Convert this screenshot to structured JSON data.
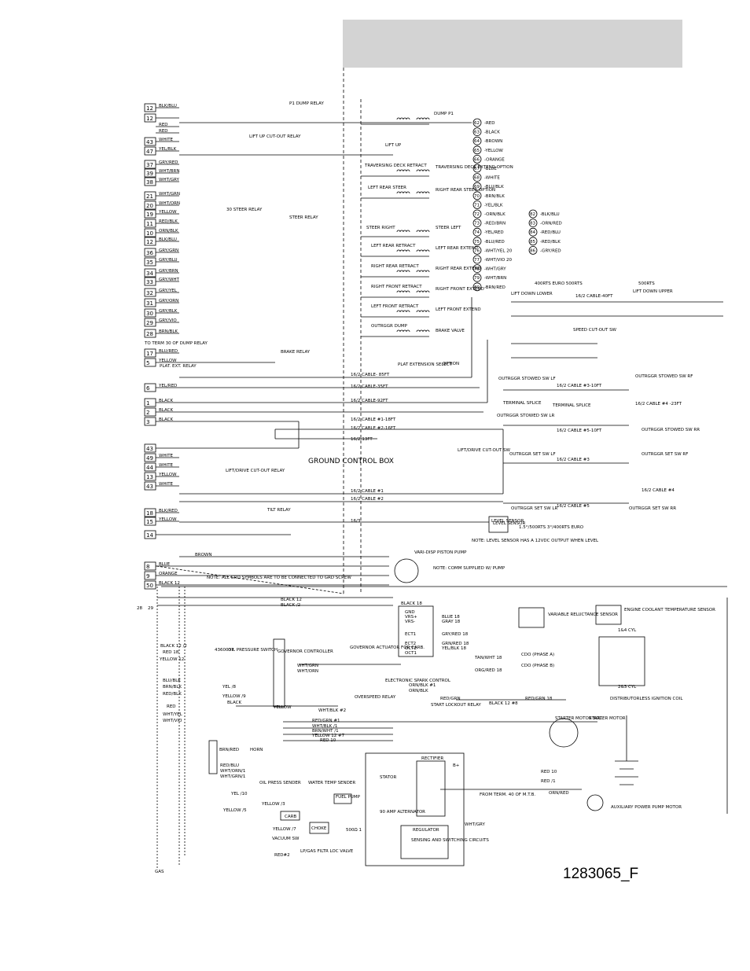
{
  "document_number": "1283065_F",
  "connector_left": [
    {
      "num": "12",
      "wire": "BLK/BLU"
    },
    {
      "num": "12",
      "wire": ""
    },
    {
      "num": "",
      "wire": "RED"
    },
    {
      "num": "",
      "wire": "RED"
    },
    {
      "num": "43",
      "wire": "WHITE"
    },
    {
      "num": "47",
      "wire": "YEL/BLK"
    },
    {
      "num": "37",
      "wire": "GRY/RED"
    },
    {
      "num": "39",
      "wire": "WHT/BRN"
    },
    {
      "num": "38",
      "wire": "WHT/GRY"
    },
    {
      "num": "21",
      "wire": "WHT/GRN"
    },
    {
      "num": "20",
      "wire": "WHT/ORN"
    },
    {
      "num": "19",
      "wire": "YELLOW"
    },
    {
      "num": "11",
      "wire": "RED/BLK"
    },
    {
      "num": "10",
      "wire": "ORN/BLK"
    },
    {
      "num": "12",
      "wire": "BLK/BLU"
    },
    {
      "num": "36",
      "wire": "GRY/GRN"
    },
    {
      "num": "35",
      "wire": "GRY/BLU"
    },
    {
      "num": "34",
      "wire": "GRY/BRN"
    },
    {
      "num": "33",
      "wire": "GRY/WHT"
    },
    {
      "num": "32",
      "wire": "GRY/YEL"
    },
    {
      "num": "31",
      "wire": "GRY/ORN"
    },
    {
      "num": "30",
      "wire": "GRY/BLK"
    },
    {
      "num": "29",
      "wire": "GRY/VIO"
    },
    {
      "num": "28",
      "wire": "BRN/BLK"
    },
    {
      "num": "17",
      "wire": "BLU/RED"
    },
    {
      "num": "5",
      "wire": "YELLOW"
    },
    {
      "num": "6",
      "wire": "YEL/RED"
    },
    {
      "num": "1",
      "wire": "BLACK"
    },
    {
      "num": "2",
      "wire": "BLACK"
    },
    {
      "num": "3",
      "wire": "BLACK"
    },
    {
      "num": "43",
      "wire": ""
    },
    {
      "num": "49",
      "wire": "WHITE"
    },
    {
      "num": "44",
      "wire": "WHITE"
    },
    {
      "num": "13",
      "wire": "YELLOW"
    },
    {
      "num": "43",
      "wire": "WHITE"
    },
    {
      "num": "18",
      "wire": "BLK/RED"
    },
    {
      "num": "15",
      "wire": "YELLOW"
    },
    {
      "num": "14",
      "wire": ""
    },
    {
      "num": "8",
      "wire": "BLUE"
    },
    {
      "num": "9",
      "wire": "ORANGE"
    },
    {
      "num": "50",
      "wire": "BLACK 12"
    }
  ],
  "wire_color_codes": [
    {
      "num": "62",
      "label": "-RED"
    },
    {
      "num": "63",
      "label": "-BLACK"
    },
    {
      "num": "64",
      "label": "-BROWN"
    },
    {
      "num": "65",
      "label": "-YELLOW"
    },
    {
      "num": "66",
      "label": "-ORANGE"
    },
    {
      "num": "67",
      "label": "-BLUE"
    },
    {
      "num": "68",
      "label": "-WHITE"
    },
    {
      "num": "69",
      "label": "-BLU/BLK"
    },
    {
      "num": "70",
      "label": "-BRN/BLK"
    },
    {
      "num": "71",
      "label": "-YEL/BLK"
    },
    {
      "num": "72",
      "label": "-ORN/BLK"
    },
    {
      "num": "73",
      "label": "-RED/BRN"
    },
    {
      "num": "74",
      "label": "-YEL/RED"
    },
    {
      "num": "75",
      "label": "-BLU/RED"
    },
    {
      "num": "76",
      "label": "-WHT/YEL 20"
    },
    {
      "num": "77",
      "label": "-WHT/VIO 20"
    },
    {
      "num": "78",
      "label": "-WHT/GRY"
    },
    {
      "num": "79",
      "label": "-WHT/BRN"
    },
    {
      "num": "80",
      "label": "-BRN/RED"
    }
  ],
  "wire_color_codes_2": [
    {
      "num": "82",
      "label": "-BLK/BLU"
    },
    {
      "num": "83",
      "label": "-ORN/RED"
    },
    {
      "num": "84",
      "label": "-RED/BLU"
    },
    {
      "num": "85",
      "label": "-RED/BLK"
    },
    {
      "num": "86",
      "label": "-GRY/RED"
    }
  ],
  "function_labels": [
    "DUMP P1",
    "LIFT UP",
    "TRAVERSING DECK RETRACT",
    "TRAVERSING DECK EXTEND OPTION",
    "LEFT REAR STEER",
    "RIGHT REAR STEER OPTION",
    "STEER RIGHT",
    "STEER LEFT",
    "LEFT REAR RETRACT",
    "LEFT REAR EXTEND",
    "RIGHT REAR RETRACT",
    "RIGHT REAR EXTEND",
    "RIGHT FRONT RETRACT",
    "RIGHT FRONT EXTEND",
    "LEFT FRONT RETRACT",
    "LEFT FRONT EXTEND",
    "OUTRGGR DUMP",
    "BRAKE VALVE"
  ],
  "relay_labels": {
    "dump_relay": "P1 DUMP RELAY",
    "lift_up_relay": "LIFT UP CUT-OUT RELAY",
    "steer_relay_a": "30 STEER RELAY",
    "steer_relay_b": "STEER RELAY",
    "brake_relay": "BRAKE RELAY",
    "plat_ext_relay": "PLAT. EXT. RELAY",
    "lift_drive_relay": "LIFT/DRIVE CUT-OUT RELAY",
    "tilt_relay": "TILT RELAY",
    "to_term": "TO TERM 30 OF DUMP RELAY"
  },
  "cable_labels": [
    "16/2 CABLE- 85FT",
    "16/2 CABLE-35FT",
    "16/2 CABLE-92FT",
    "16/2 CABLE #1-18FT",
    "16/2 CABLE #2-16FT",
    "16/2-13FT",
    "16/2 CABLE #1",
    "16/2 CABLE #2",
    "16/3",
    "16/2 CABLE-40FT",
    "16/2 CABLE #3-10FT",
    "16/2 CABLE #5-10FT",
    "16/2 CABLE #4 -23FT",
    "16/2 CABLE #3",
    "16/2 CABLE #5",
    "16/2 CABLE #4"
  ],
  "right_labels": {
    "lift_down_lower": "LIFT DOWN LOWER",
    "lift_down_upper": "LIFT DOWN UPPER",
    "rts_400": "400RTS EURO 500RTS",
    "rts_500": "500RTS",
    "speed_cutout": "SPEED CUT-OUT SW",
    "plat_ext_select": "PLAT EXTENSION SELECT",
    "option": "OPTION",
    "outrggr_stowed_lf": "OUTRGGR STOWED SW LF",
    "outrggr_stowed_lr": "OUTRGGR STOWED SW LR",
    "outrggr_stowed_rf": "OUTRGGR STOWED SW RF",
    "outrggr_stowed_rr": "OUTRGGR STOWED SW RR",
    "terminal_splice": "TERMINAL SPLICE",
    "lift_drive_cutout": "LIFT/DRIVE CUT-OUT SW",
    "outrggr_set_lf": "OUTRGGR SET SW LF",
    "outrggr_set_lr": "OUTRGGR SET SW LR",
    "outrggr_set_rf": "OUTRGGR SET SW RF",
    "outrggr_set_rr": "OUTRGGR SET SW RR",
    "level_sensor": "LEVEL SENSOR",
    "level_rts": "1.5°/500RTS 3°/400RTS EURO",
    "level_note": "NOTE: LEVEL SENSOR HAS A 12VDC OUTPUT WHEN LEVEL",
    "ground_box": "GROUND CONTROL BOX"
  },
  "pump_labels": {
    "pump": "VARI-DISP PISTON PUMP",
    "note": "NOTE: COMM SUPPLIED W/ PUMP",
    "grd_note": "NOTE: ALL GRD SYMBOLS ARE TO BE CONNECTED TO GRD SCREW",
    "brown": "BROWN"
  },
  "engine_labels": {
    "conn_28": "28",
    "conn_29": "29",
    "black_12_2": "BLACK 12 /2",
    "red_18": "RED 18",
    "yellow_12": "YELLOW 12",
    "blu_blk": "BLU/BLK",
    "brn_blk": "BRN/BLK",
    "red_blk": "RED/BLK",
    "red": "RED",
    "wht_yel": "WHT/YEL",
    "wht_vio": "WHT/VIO",
    "black_12": "BLACK 12",
    "black_2": "BLACK /2",
    "black_18": "BLACK 18",
    "governor_controller": "GOVERNOR CONTROLLER",
    "governor_actuator": "GOVERNOR ACTUATOR FOR CARB.",
    "oil_switch_pn": "4360037",
    "oil_switch": "OIL PRESSURE SWITCH",
    "gnd": "GND",
    "vrs_p": "VRS+",
    "vrs_m": "VRS-",
    "ect1": "ECT1",
    "ect2": "ECT2",
    "oct2": "OCT2",
    "oct1": "OCT1",
    "blue_18": "BLUE 18",
    "gray_18": "GRAY 18",
    "gry_red_18": "GRY/RED 18",
    "grn_red_18": "GRN/RED 18",
    "yel_blk_18": "YEL/BLK 18",
    "tan_wht_18": "TAN/WHT 18",
    "org_red_18": "ORG/RED 18",
    "cdo_a": "CDO (PHASE A)",
    "cdo_b": "CDO (PHASE B)",
    "vr_sensor": "VARIABLE RELUCTANCE SENSOR",
    "coolant_sensor": "ENGINE COOLANT TEMPERATURE SENSOR",
    "cyl_14": "1&4 CYL",
    "cyl_23": "2&3 CYL",
    "ignition_coil": "DISTRIBUTORLESS IGNITION COIL",
    "electronic_spark": "ELECTRONIC SPARK CONTROL",
    "orn_blk_1": "ORN/BLK #1",
    "orn_blk": "ORN/BLK",
    "red_grn": "RED/GRN",
    "red_grn_18": "RED/GRN 18",
    "overspeed": "OVERSPEED RELAY",
    "start_lockout": "START LOCKOUT RELAY",
    "black_12_8": "BLACK 12 #8",
    "wht_blk_2": "WHT/BLK #2",
    "red_grn_1": "RED/GRN #1",
    "wht_blk_1": "WHT/BLK /1",
    "brn_wht_1": "BRN/WHT /1",
    "yellow_12_7": "YELLOW 12 #7",
    "red_10": "RED 10",
    "starter_sol": "STARTER MOTOR SOL.",
    "starter": "STARTER MOTOR",
    "horn": "HORN",
    "yel_8": "YEL /8",
    "yellow_9": "YELLOW /9",
    "black": "BLACK",
    "brn_red": "BRN/RED",
    "wht_grn": "WHT/GRN",
    "wht_orn": "WHT/ORN",
    "yellow": "YELLOW",
    "oil_press_sender": "OIL PRESS SENDER",
    "water_temp_sender": "WATER TEMP SENDER",
    "red_blu": "RED/BLU",
    "wht_orn_1": "WHT/ORN/1",
    "wht_grn_1": "WHT/GRN/1",
    "yel_10": "YEL /10",
    "yellow_3": "YELLOW /3",
    "yellow_5": "YELLOW /5",
    "yellow_7": "YELLOW /7",
    "fuel_pump": "FUEL PUMP",
    "carb": "CARB",
    "choke": "CHOKE",
    "vacuum_sw": "VACUUM SW",
    "lp_gas_valve": "LP/GAS FILTR LOC VALVE",
    "red_2": "RED#2",
    "gas": "GAS",
    "stator": "STATOR",
    "rectifier": "RECTIFIER",
    "alternator": "90 AMP ALTERNATOR",
    "regulator": "REGULATOR",
    "sensing": "SENSING AND SWITCHING CIRCUITS",
    "from_term": "FROM TERM. 40 OF M.T.B.",
    "aux_motor": "AUXILIARY POWER PUMP MOTOR",
    "red_1": "RED /1",
    "b_plus": "B+",
    "red_blu_aux": "ORN/RED",
    "wht_gry": "WHT/GRY",
    "500_1": "500Ω 1"
  },
  "colors": {
    "header": "#d3d3d3",
    "ink": "#000000"
  }
}
